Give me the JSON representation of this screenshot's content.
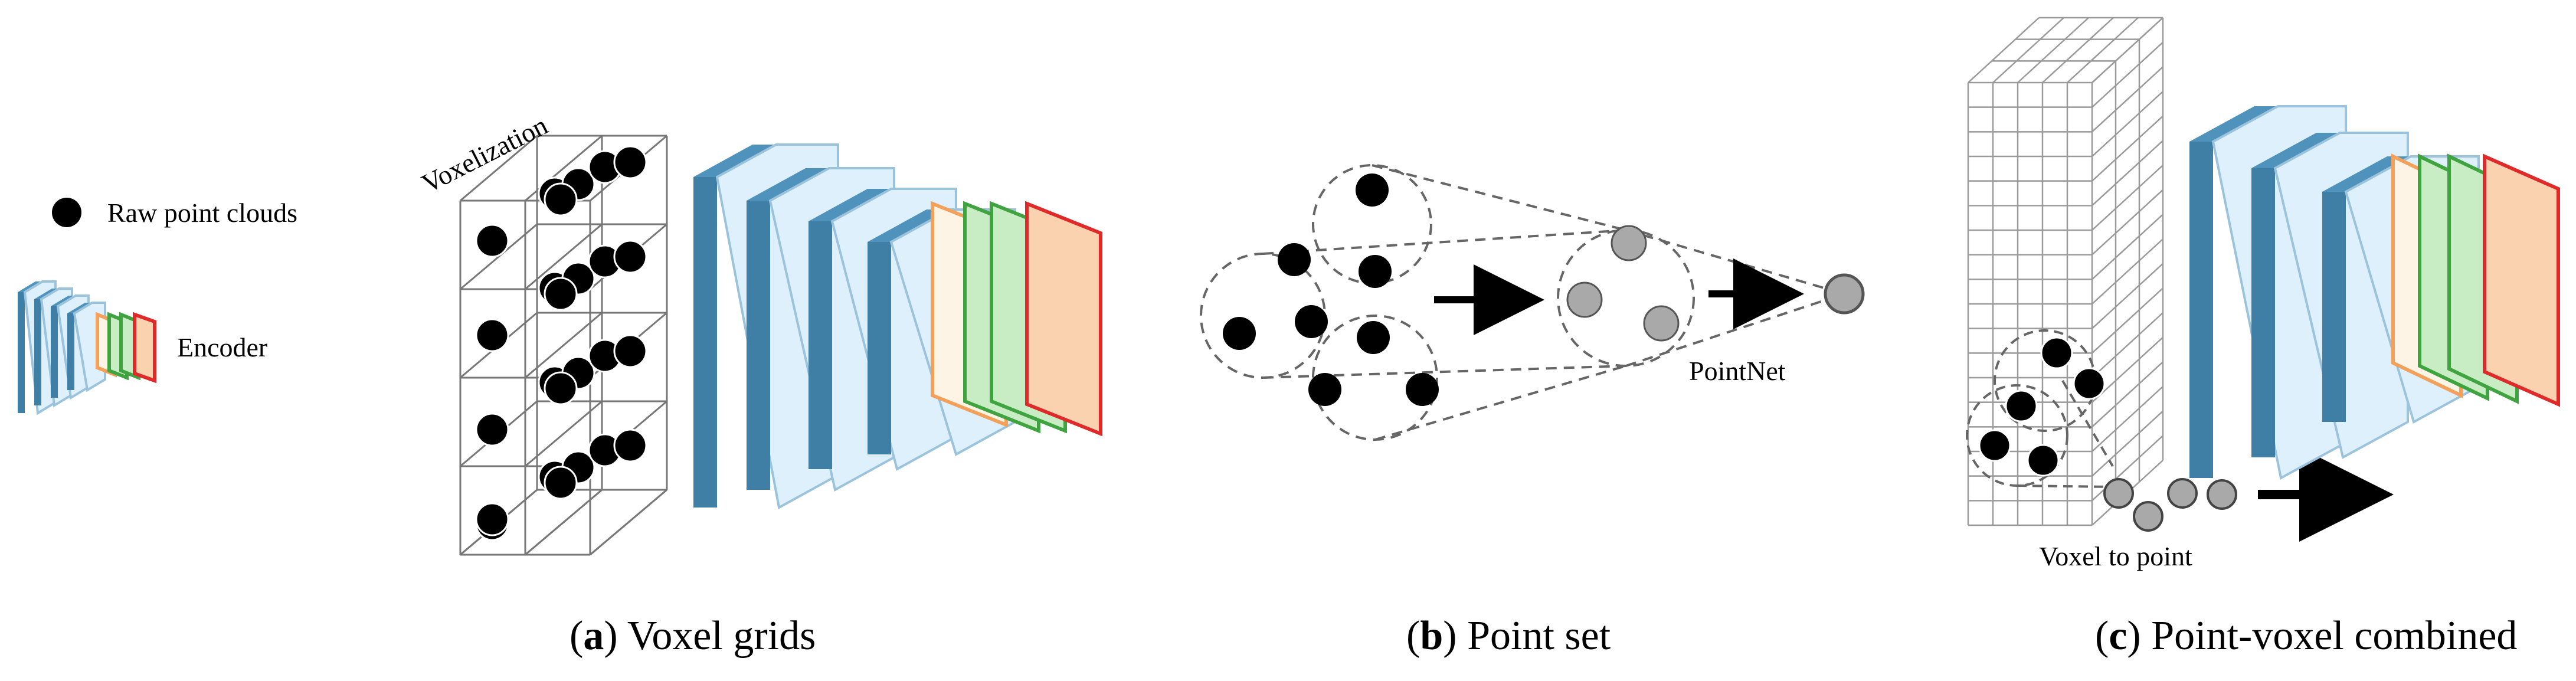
{
  "legend": {
    "points_label": "Raw point clouds",
    "encoder_label": "Encoder"
  },
  "panel_a": {
    "grid_label": "Voxelization",
    "caption_letter": "a",
    "caption_text": " Voxel grids"
  },
  "panel_b": {
    "network_label": "PointNet",
    "caption_letter": "b",
    "caption_text": " Point set"
  },
  "panel_c": {
    "conversion_label": "Voxel to point",
    "caption_letter": "c",
    "caption_text": " Point-voxel combined"
  },
  "colors": {
    "layer_front": "#ddf0fb",
    "layer_side": "#3f7fa6",
    "layer_top": "#4f93bd",
    "orange_fill": "#fdf4e6",
    "orange_edge": "#f3a15a",
    "green_fill": "#c8ecc3",
    "green_edge": "#3fa33f",
    "salmon_fill": "#fbd2b0",
    "salmon_edge": "#e02a2a",
    "point_black": "#000000",
    "point_gray": "#a9a9a9",
    "grid_line": "#777777",
    "dashed": "#666666"
  }
}
